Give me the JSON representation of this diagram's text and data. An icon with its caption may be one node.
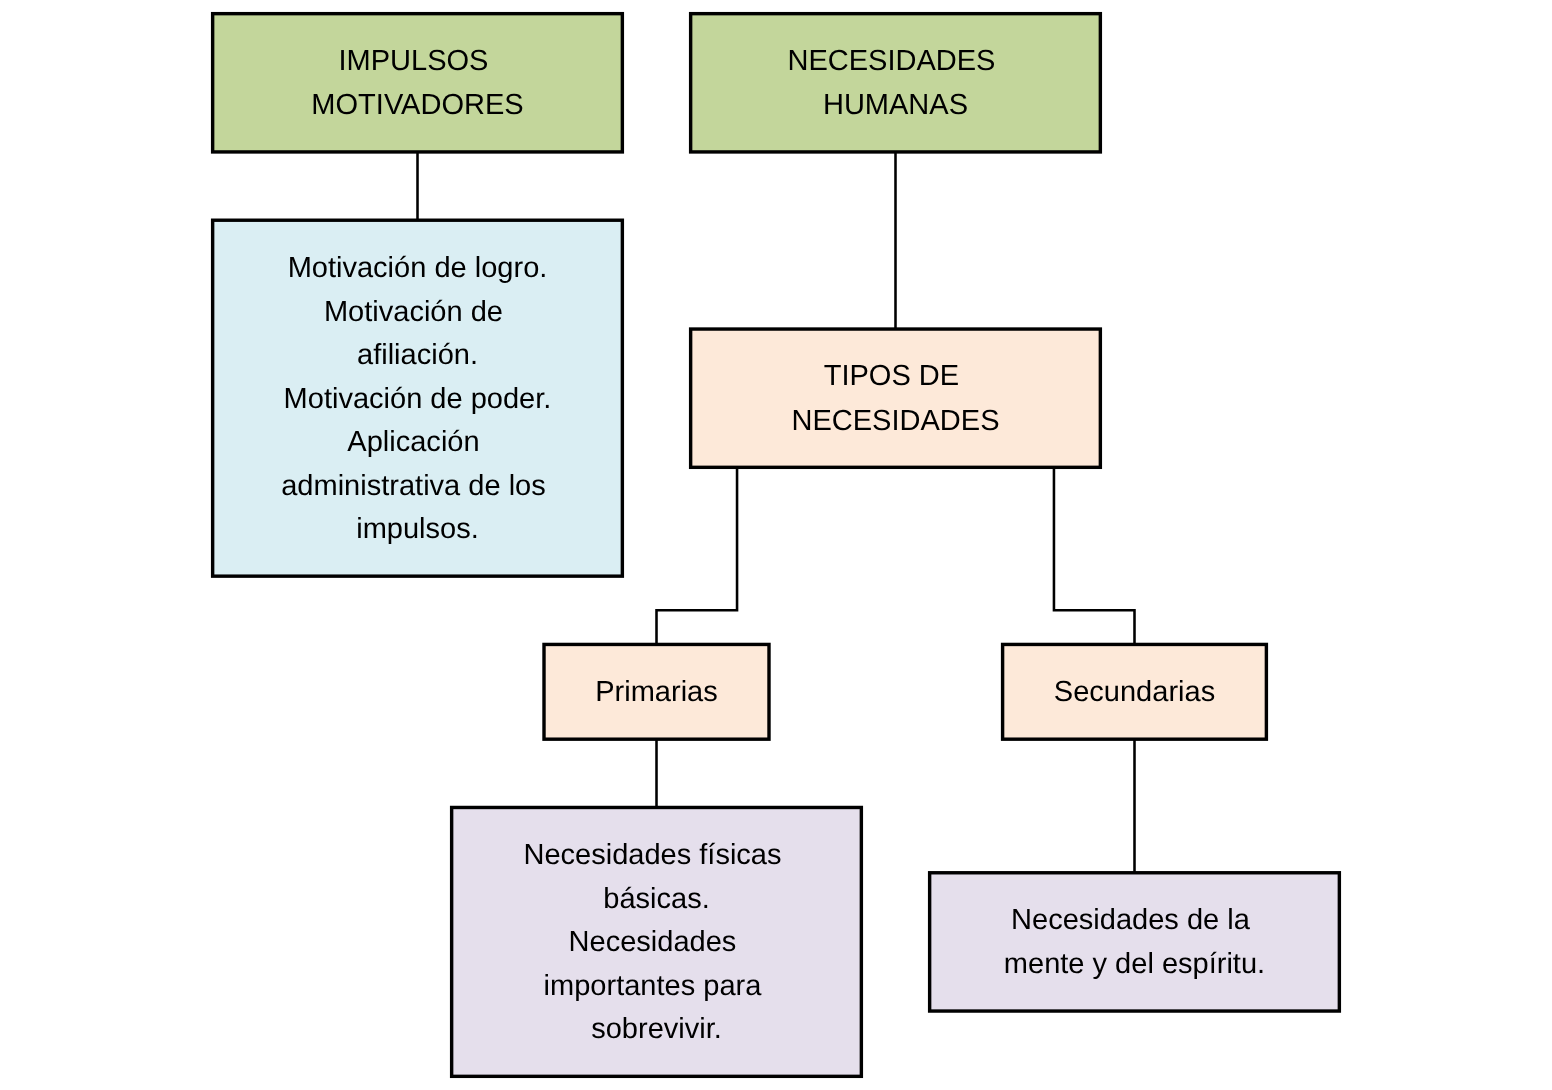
{
  "diagram": {
    "nodes": [
      {
        "text": [
          "IMPULSOS MOTIVADORES"
        ]
      },
      {
        "text": [
          "Motivación de logro.",
          "Motivación de afiliación.",
          "Motivación de poder.",
          "Aplicación administrativa de los impulsos."
        ]
      },
      {
        "text": [
          "NECESIDADES HUMANAS"
        ]
      },
      {
        "text": [
          "TIPOS DE NECESIDADES"
        ]
      },
      {
        "text": [
          "Primarias"
        ]
      },
      {
        "text": [
          "Secundarias"
        ]
      },
      {
        "text": [
          "Necesidades físicas básicas.",
          "Necesidades importantes para sobrevivir."
        ]
      },
      {
        "text": [
          "Necesidades de la mente y del espíritu."
        ]
      }
    ],
    "edges": [
      {
        "from": 0,
        "to": 1,
        "arrow": "none"
      },
      {
        "from": 2,
        "to": 3,
        "arrow": "none"
      },
      {
        "from": 3,
        "to": 4,
        "arrow": "none"
      },
      {
        "from": 3,
        "to": 5,
        "arrow": "none"
      },
      {
        "from": 4,
        "to": 6,
        "arrow": "none"
      },
      {
        "from": 5,
        "to": 7,
        "arrow": "none"
      }
    ]
  }
}
